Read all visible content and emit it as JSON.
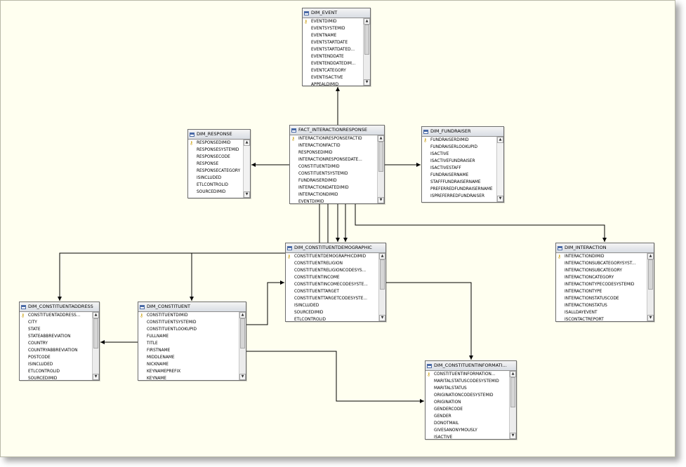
{
  "tables": [
    {
      "id": "dim-event",
      "name": "DIM_EVENT",
      "visible_rows": 10,
      "scroll": 0,
      "columns": [
        {
          "name": "EVENTDIMID",
          "key": true
        },
        {
          "name": "EVENTSYSTEMID"
        },
        {
          "name": "EVENTNAME"
        },
        {
          "name": "EVENTSTARTDATE"
        },
        {
          "name": "EVENTSTARTDATED..."
        },
        {
          "name": "EVENTENDDATE"
        },
        {
          "name": "EVENTENDDATEDIM..."
        },
        {
          "name": "EVENTCATEGORY"
        },
        {
          "name": "EVENTISACTIVE"
        },
        {
          "name": "APPEALDIMID"
        }
      ]
    },
    {
      "id": "dim-response",
      "name": "DIM_RESPONSE",
      "visible_rows": 8,
      "scroll": null,
      "columns": [
        {
          "name": "RESPONSEDIMID",
          "key": true
        },
        {
          "name": "RESPONSESYSTEMID"
        },
        {
          "name": "RESPONSECODE"
        },
        {
          "name": "RESPONSE"
        },
        {
          "name": "RESPONSECATEGORY"
        },
        {
          "name": "ISINCLUDED"
        },
        {
          "name": "ETLCONTROLID"
        },
        {
          "name": "SOURCEDIMID"
        }
      ]
    },
    {
      "id": "fact-interactionresponse",
      "name": "FACT_INTERACTIONRESPONSE",
      "visible_rows": 10,
      "scroll": 0,
      "columns": [
        {
          "name": "INTERACTIONRESPONSEFACTID",
          "key": true
        },
        {
          "name": "INTERACTIONFACTID"
        },
        {
          "name": "RESPONSEDIMID"
        },
        {
          "name": "INTERACTIONRESPONSEDATE..."
        },
        {
          "name": "CONSTITUENTDIMID"
        },
        {
          "name": "CONSTITUENTSYSTEMID"
        },
        {
          "name": "FUNDRAISERDIMID"
        },
        {
          "name": "INTERACTIONDATEDIMID"
        },
        {
          "name": "INTERACTIONDIMID"
        },
        {
          "name": "EVENTDIMID"
        }
      ]
    },
    {
      "id": "dim-fundraiser",
      "name": "DIM_FUNDRAISER",
      "visible_rows": 9,
      "scroll": null,
      "columns": [
        {
          "name": "FUNDRAISERDIMID",
          "key": true
        },
        {
          "name": "FUNDRAISERLOOKUPID"
        },
        {
          "name": "ISACTIVE"
        },
        {
          "name": "ISACTIVEFUNDRAISER"
        },
        {
          "name": "ISACTIVESTAFF"
        },
        {
          "name": "FUNDRAISERNAME"
        },
        {
          "name": "STAFFFUNDRAISERNAME"
        },
        {
          "name": "PREFERREDFUNDRAISERNAME"
        },
        {
          "name": "ISPREFERREDFUNDRAISER"
        }
      ]
    },
    {
      "id": "dim-constituentdemographic",
      "name": "DIM_CONSTITUENTDEMOGRAPHIC",
      "visible_rows": 10,
      "scroll": 0,
      "columns": [
        {
          "name": "CONSTITUENTDEMOGRAPHICDIMID",
          "key": true
        },
        {
          "name": "CONSTITUENTRELIGION"
        },
        {
          "name": "CONSTITUENTRELIGIONCODESYS..."
        },
        {
          "name": "CONSTITUENTINCOME"
        },
        {
          "name": "CONSTITUENTINCOMECODESYSTE..."
        },
        {
          "name": "CONSTITUENTTARGET"
        },
        {
          "name": "CONSTITUENTTARGETCODESYSTE..."
        },
        {
          "name": "ISINCLUDED"
        },
        {
          "name": "SOURCEDIMID"
        },
        {
          "name": "ETLCONTROLID"
        }
      ]
    },
    {
      "id": "dim-interaction",
      "name": "DIM_INTERACTION",
      "visible_rows": 10,
      "scroll": 0,
      "columns": [
        {
          "name": "INTERACTIONDIMID",
          "key": true
        },
        {
          "name": "INTERACTIONSUBCATEGORYSYST..."
        },
        {
          "name": "INTERACTIONSUBCATEGORY"
        },
        {
          "name": "INTERACTIONCATEGORY"
        },
        {
          "name": "INTERACTIONTYPECODESYSTEMID"
        },
        {
          "name": "INTERACTIONTYPE"
        },
        {
          "name": "INTERACTIONSTATUSCODE"
        },
        {
          "name": "INTERACTIONSTATUS"
        },
        {
          "name": "ISALLDAYEVENT"
        },
        {
          "name": "ISCONTACTREPORT"
        }
      ]
    },
    {
      "id": "dim-constituentaddress",
      "name": "DIM_CONSTITUENTADDRESS",
      "visible_rows": 10,
      "scroll": 0,
      "columns": [
        {
          "name": "CONSTITUENTADDRESS...",
          "key": true
        },
        {
          "name": "CITY"
        },
        {
          "name": "STATE"
        },
        {
          "name": "STATEABBREVIATION"
        },
        {
          "name": "COUNTRY"
        },
        {
          "name": "COUNTRYABBREVIATION"
        },
        {
          "name": "POSTCODE"
        },
        {
          "name": "ISINCLUDED"
        },
        {
          "name": "ETLCONTROLID"
        },
        {
          "name": "SOURCEDIMID"
        }
      ]
    },
    {
      "id": "dim-constituent",
      "name": "DIM_CONSTITUENT",
      "visible_rows": 10,
      "scroll": 0,
      "columns": [
        {
          "name": "CONSTITUENTDIMID",
          "key": true
        },
        {
          "name": "CONSTITUENTSYSTEMID"
        },
        {
          "name": "CONSTITUENTLOOKUPID"
        },
        {
          "name": "FULLNAME"
        },
        {
          "name": "TITLE"
        },
        {
          "name": "FIRSTNAME"
        },
        {
          "name": "MIDDLENAME"
        },
        {
          "name": "NICKNAME"
        },
        {
          "name": "KEYNAMEPREFIX"
        },
        {
          "name": "KEYNAME"
        }
      ]
    },
    {
      "id": "dim-constituentinformation",
      "name": "DIM_CONSTITUENTINFORMATI...",
      "visible_rows": 10,
      "scroll": 0,
      "columns": [
        {
          "name": "CONSTITUENTINFORMATION...",
          "key": true
        },
        {
          "name": "MARITALSTATUSCODESYSTEMID"
        },
        {
          "name": "MARITALSTATUS"
        },
        {
          "name": "ORIGINATIONCODESYSTEMID"
        },
        {
          "name": "ORIGINATION"
        },
        {
          "name": "GENDERCODE"
        },
        {
          "name": "GENDER"
        },
        {
          "name": "DONOTMAIL"
        },
        {
          "name": "GIVESANONYMOUSLY"
        },
        {
          "name": "ISACTIVE"
        }
      ]
    }
  ],
  "relationships": [
    {
      "from": "fact-interactionresponse",
      "to": "dim-event"
    },
    {
      "from": "fact-interactionresponse",
      "to": "dim-response"
    },
    {
      "from": "fact-interactionresponse",
      "to": "dim-fundraiser"
    },
    {
      "from": "fact-interactionresponse",
      "to": "dim-interaction"
    },
    {
      "from": "fact-interactionresponse",
      "to": "dim-constituentaddress"
    },
    {
      "from": "fact-interactionresponse",
      "to": "dim-constituent"
    },
    {
      "from": "fact-interactionresponse",
      "to": "dim-constituentdemographic"
    },
    {
      "from": "dim-constituent",
      "to": "dim-constituentaddress"
    },
    {
      "from": "dim-constituent",
      "to": "dim-constituentdemographic"
    },
    {
      "from": "dim-constituent",
      "to": "dim-constituentinformation"
    },
    {
      "from": "dim-constituentdemographic",
      "to": "dim-constituentinformation"
    }
  ],
  "colors": {
    "canvas": "#fffff0",
    "line": "#000000",
    "key_icon": "#c89a00",
    "table_icon": "#4a6aa6"
  }
}
